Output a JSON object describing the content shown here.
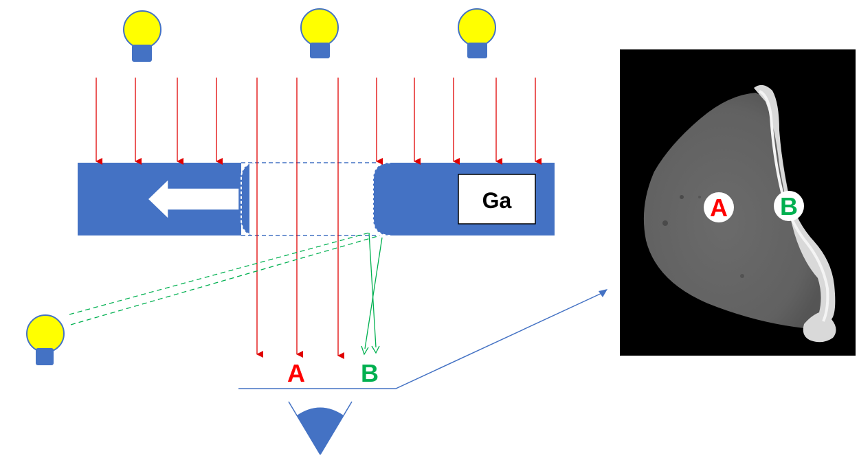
{
  "labels": {
    "ga": "Ga",
    "a": "A",
    "b": "B",
    "image_a": "A",
    "image_b": "B"
  },
  "colors": {
    "blue": "#4472c4",
    "bulb_yellow": "#ffff00",
    "arrow_red": "#e00000",
    "arrow_green": "#00b050",
    "label_red": "#ff0000",
    "label_green": "#00b050",
    "background_image": "#000000"
  },
  "icons": [
    "light-bulb-icon",
    "eye-icon",
    "left-arrow-icon"
  ]
}
